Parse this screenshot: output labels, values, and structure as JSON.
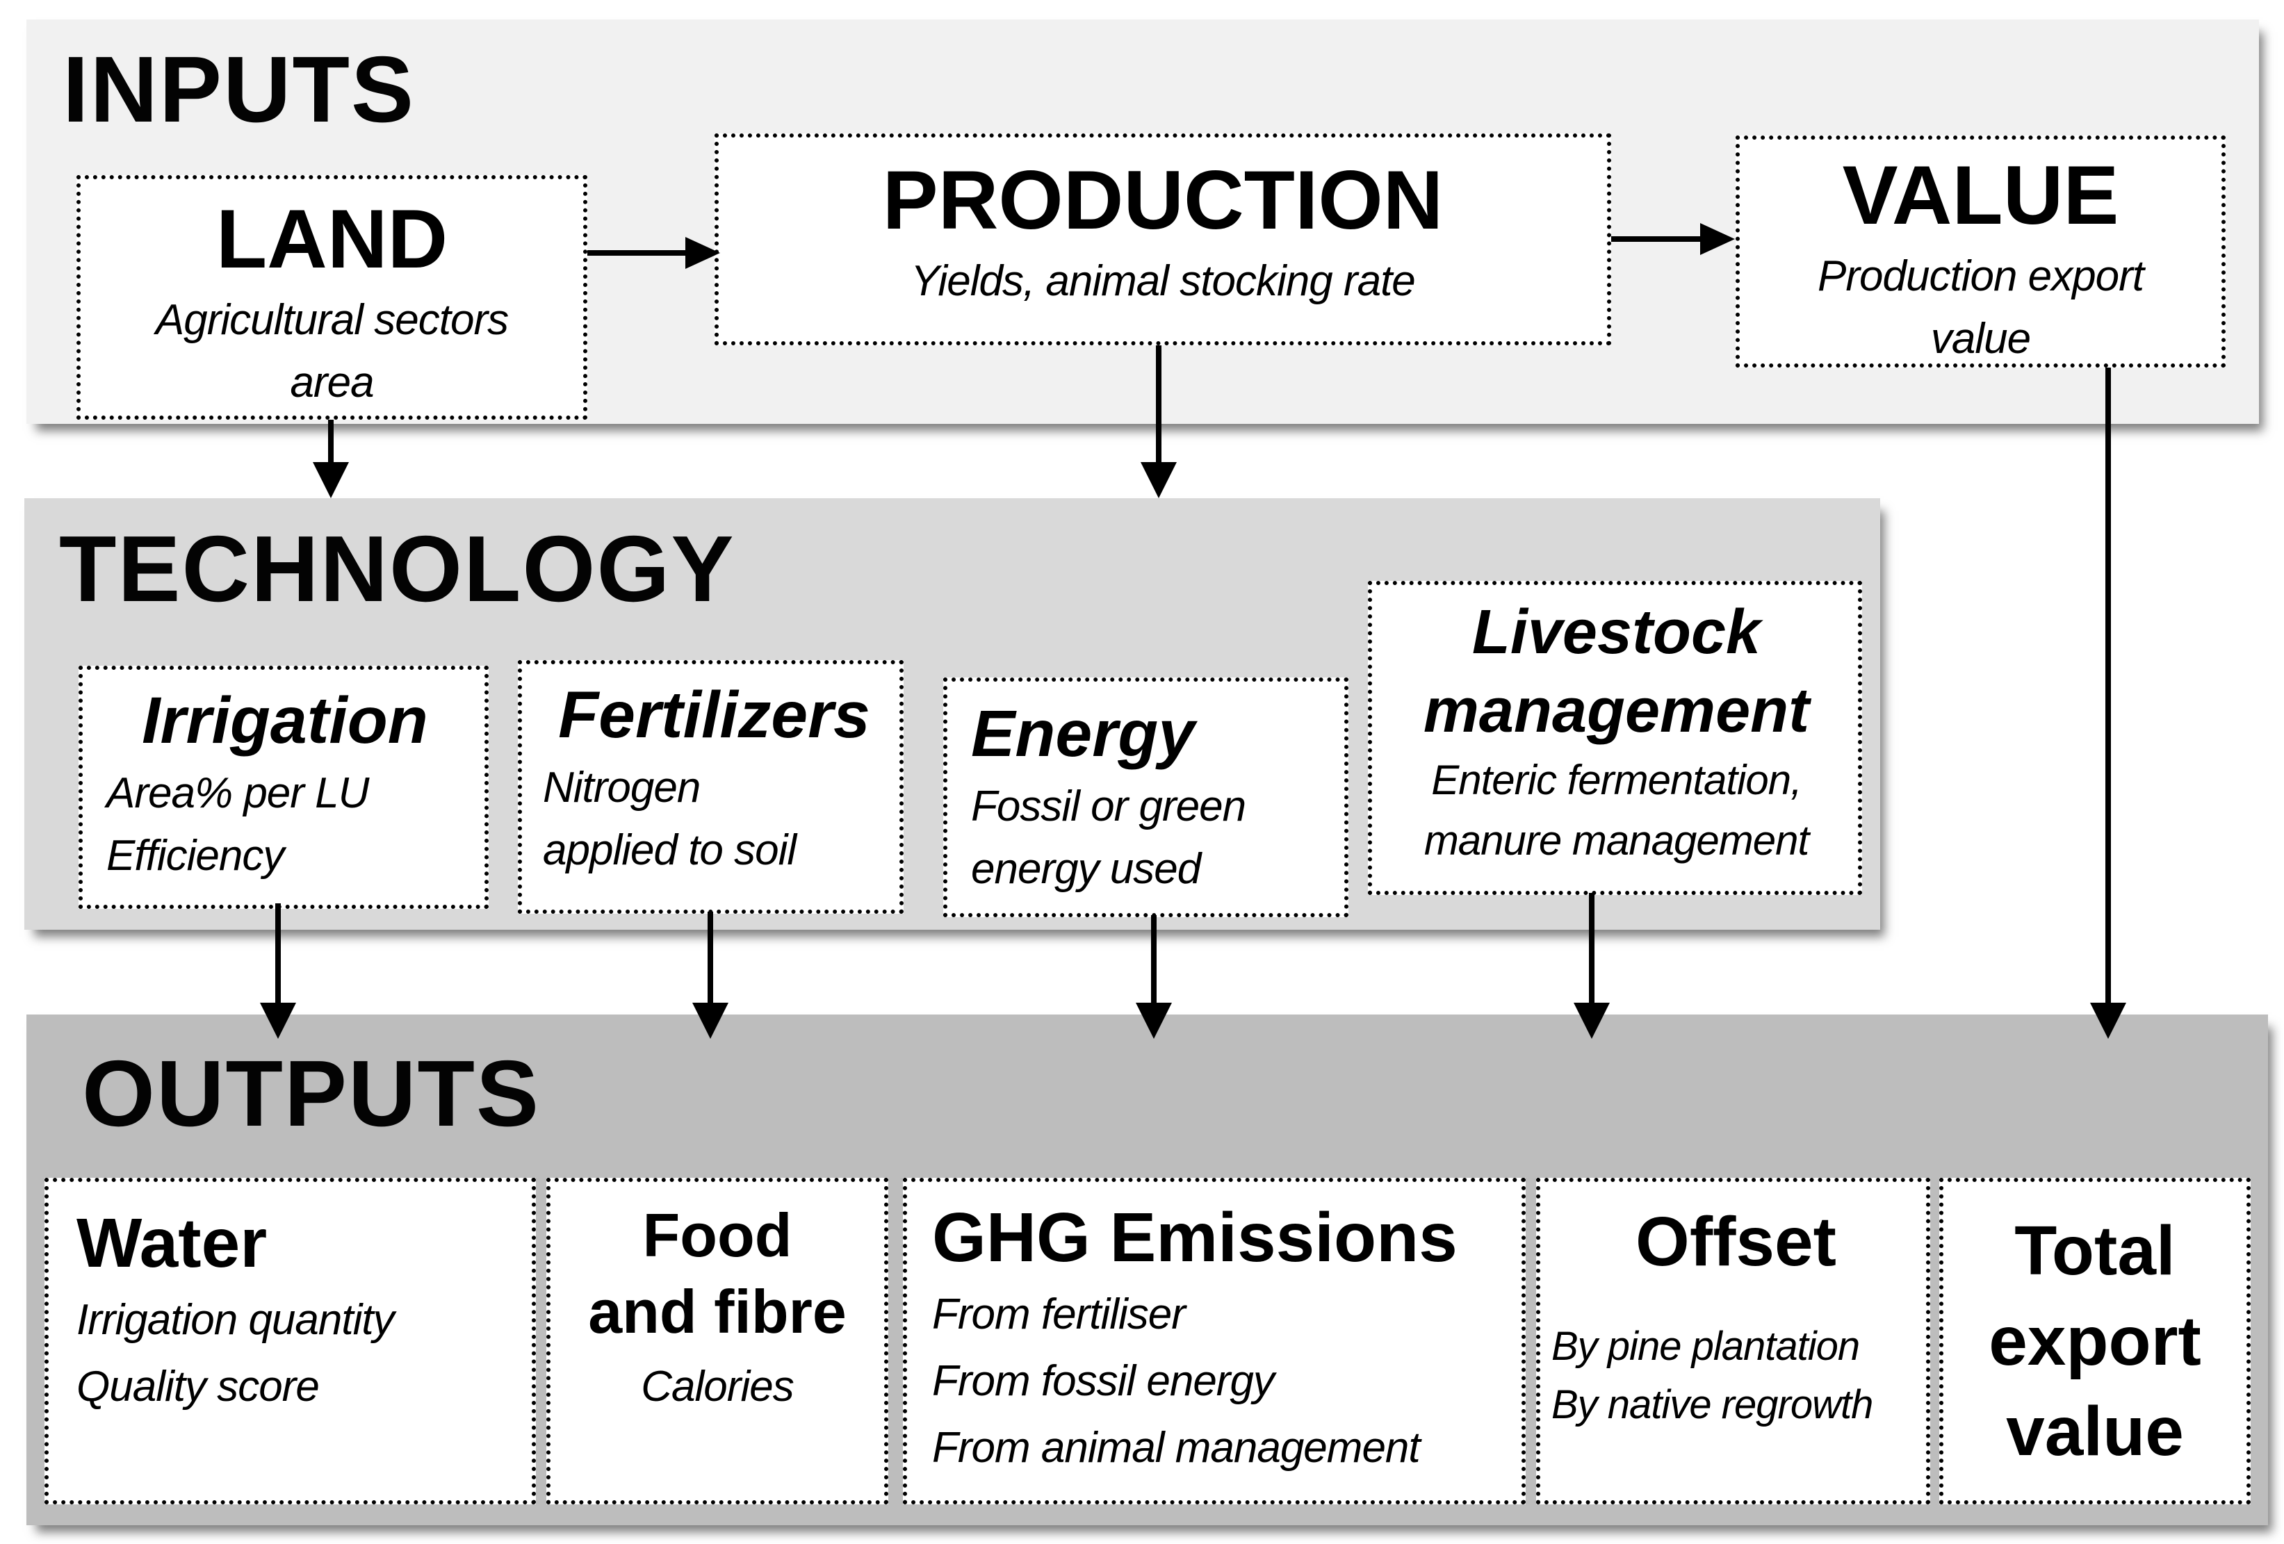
{
  "diagram": {
    "inputs": {
      "heading": "INPUTS",
      "land": {
        "title": "LAND",
        "lines": [
          "Agricultural sectors",
          "area"
        ]
      },
      "production": {
        "title": "PRODUCTION",
        "lines": [
          "Yields, animal stocking rate"
        ]
      },
      "value": {
        "title": "VALUE",
        "lines": [
          "Production export",
          "value"
        ]
      }
    },
    "technology": {
      "heading": "TECHNOLOGY",
      "irrigation": {
        "title": "Irrigation",
        "lines": [
          "Area% per LU",
          "Efficiency"
        ]
      },
      "fertilizers": {
        "title": "Fertilizers",
        "lines": [
          "Nitrogen",
          "applied to soil"
        ]
      },
      "energy": {
        "title": "Energy",
        "lines": [
          "Fossil or green",
          "energy used"
        ]
      },
      "livestock": {
        "title_lines": [
          "Livestock",
          "management"
        ],
        "lines": [
          "Enteric fermentation,",
          "manure management"
        ]
      }
    },
    "outputs": {
      "heading": "OUTPUTS",
      "water": {
        "title": "Water",
        "lines": [
          "Irrigation quantity",
          "Quality score"
        ]
      },
      "food": {
        "title_lines": [
          "Food",
          "and fibre"
        ],
        "lines": [
          "Calories"
        ]
      },
      "ghg": {
        "title": "GHG Emissions",
        "lines": [
          "From fertiliser",
          "From fossil energy",
          "From animal management"
        ]
      },
      "offset": {
        "title": "Offset",
        "lines": [
          "By pine plantation",
          "By native regrowth"
        ]
      },
      "total": {
        "title_lines": [
          "Total",
          "export",
          "value"
        ]
      }
    }
  },
  "colors": {
    "inputs_band": "#f1f1f1",
    "technology_band": "#d9d9d9",
    "outputs_band": "#bdbdbd",
    "box_background": "#ffffff",
    "box_border": "#000000",
    "text": "#000000",
    "arrow": "#000000"
  }
}
